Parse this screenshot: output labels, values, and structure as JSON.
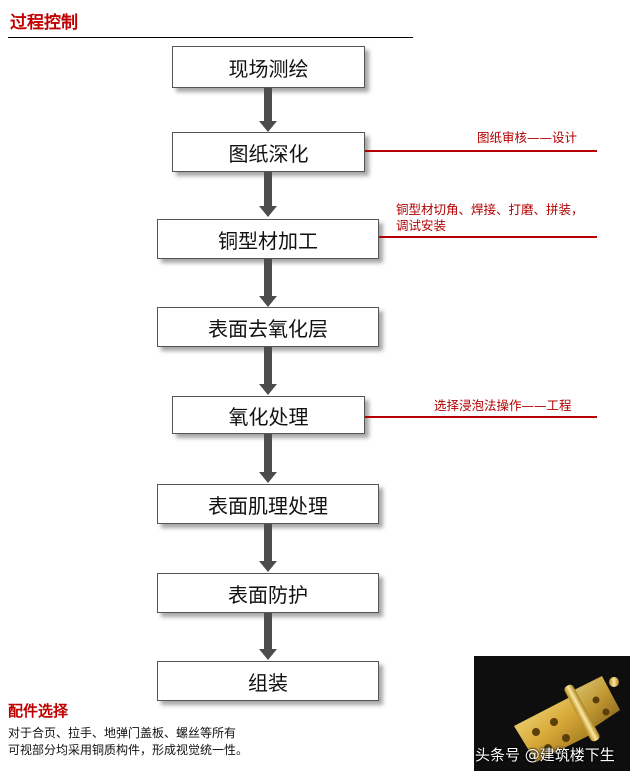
{
  "header": {
    "title": "过程控制"
  },
  "steps": [
    "现场测绘",
    "图纸深化",
    "铜型材加工",
    "表面去氧化层",
    "氧化处理",
    "表面肌理处理",
    "表面防护",
    "组装"
  ],
  "notes": {
    "design_review": "图纸审核——设计",
    "processing_line1": "铜型材切角、焊接、打磨、拼装，",
    "processing_line2": "调试安装",
    "oxidation": "选择浸泡法操作——工程"
  },
  "parts": {
    "title": "配件选择",
    "line1": "对于合页、拉手、地弹门盖板、螺丝等所有",
    "line2": "可视部分均采用铜质构件，形成视觉统一性。"
  },
  "watermark": "头条号 @建筑楼下生",
  "colors": {
    "accent": "#c00000",
    "note": "#b30000",
    "arrow": "#4d4d4d"
  }
}
